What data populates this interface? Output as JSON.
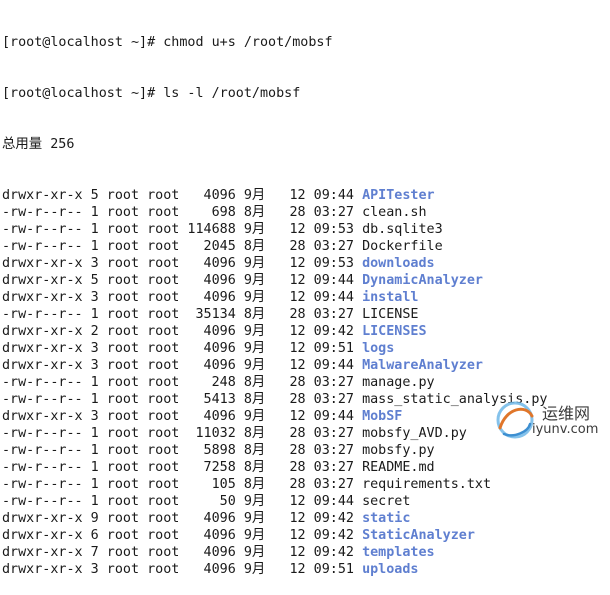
{
  "terminal": {
    "prompt1": "[root@localhost ~]# chmod u+s /root/mobsf",
    "prompt2": "[root@localhost ~]# ls -l /root/mobsf",
    "total": "总用量 256",
    "entries": [
      {
        "perm": "drwxr-xr-x",
        "links": "5",
        "owner": "root",
        "group": "root",
        "size": "4096",
        "month": "9月",
        "day": "12",
        "time": "09:44",
        "name": "APITester",
        "is_dir": true
      },
      {
        "perm": "-rw-r--r--",
        "links": "1",
        "owner": "root",
        "group": "root",
        "size": "698",
        "month": "8月",
        "day": "28",
        "time": "03:27",
        "name": "clean.sh",
        "is_dir": false
      },
      {
        "perm": "-rw-r--r--",
        "links": "1",
        "owner": "root",
        "group": "root",
        "size": "114688",
        "month": "9月",
        "day": "12",
        "time": "09:53",
        "name": "db.sqlite3",
        "is_dir": false
      },
      {
        "perm": "-rw-r--r--",
        "links": "1",
        "owner": "root",
        "group": "root",
        "size": "2045",
        "month": "8月",
        "day": "28",
        "time": "03:27",
        "name": "Dockerfile",
        "is_dir": false
      },
      {
        "perm": "drwxr-xr-x",
        "links": "3",
        "owner": "root",
        "group": "root",
        "size": "4096",
        "month": "9月",
        "day": "12",
        "time": "09:53",
        "name": "downloads",
        "is_dir": true
      },
      {
        "perm": "drwxr-xr-x",
        "links": "5",
        "owner": "root",
        "group": "root",
        "size": "4096",
        "month": "9月",
        "day": "12",
        "time": "09:44",
        "name": "DynamicAnalyzer",
        "is_dir": true
      },
      {
        "perm": "drwxr-xr-x",
        "links": "3",
        "owner": "root",
        "group": "root",
        "size": "4096",
        "month": "9月",
        "day": "12",
        "time": "09:44",
        "name": "install",
        "is_dir": true
      },
      {
        "perm": "-rw-r--r--",
        "links": "1",
        "owner": "root",
        "group": "root",
        "size": "35134",
        "month": "8月",
        "day": "28",
        "time": "03:27",
        "name": "LICENSE",
        "is_dir": false
      },
      {
        "perm": "drwxr-xr-x",
        "links": "2",
        "owner": "root",
        "group": "root",
        "size": "4096",
        "month": "9月",
        "day": "12",
        "time": "09:42",
        "name": "LICENSES",
        "is_dir": true
      },
      {
        "perm": "drwxr-xr-x",
        "links": "3",
        "owner": "root",
        "group": "root",
        "size": "4096",
        "month": "9月",
        "day": "12",
        "time": "09:51",
        "name": "logs",
        "is_dir": true
      },
      {
        "perm": "drwxr-xr-x",
        "links": "3",
        "owner": "root",
        "group": "root",
        "size": "4096",
        "month": "9月",
        "day": "12",
        "time": "09:44",
        "name": "MalwareAnalyzer",
        "is_dir": true
      },
      {
        "perm": "-rw-r--r--",
        "links": "1",
        "owner": "root",
        "group": "root",
        "size": "248",
        "month": "8月",
        "day": "28",
        "time": "03:27",
        "name": "manage.py",
        "is_dir": false
      },
      {
        "perm": "-rw-r--r--",
        "links": "1",
        "owner": "root",
        "group": "root",
        "size": "5413",
        "month": "8月",
        "day": "28",
        "time": "03:27",
        "name": "mass_static_analysis.py",
        "is_dir": false
      },
      {
        "perm": "drwxr-xr-x",
        "links": "3",
        "owner": "root",
        "group": "root",
        "size": "4096",
        "month": "9月",
        "day": "12",
        "time": "09:44",
        "name": "MobSF",
        "is_dir": true
      },
      {
        "perm": "-rw-r--r--",
        "links": "1",
        "owner": "root",
        "group": "root",
        "size": "11032",
        "month": "8月",
        "day": "28",
        "time": "03:27",
        "name": "mobsfy_AVD.py",
        "is_dir": false
      },
      {
        "perm": "-rw-r--r--",
        "links": "1",
        "owner": "root",
        "group": "root",
        "size": "5898",
        "month": "8月",
        "day": "28",
        "time": "03:27",
        "name": "mobsfy.py",
        "is_dir": false
      },
      {
        "perm": "-rw-r--r--",
        "links": "1",
        "owner": "root",
        "group": "root",
        "size": "7258",
        "month": "8月",
        "day": "28",
        "time": "03:27",
        "name": "README.md",
        "is_dir": false
      },
      {
        "perm": "-rw-r--r--",
        "links": "1",
        "owner": "root",
        "group": "root",
        "size": "105",
        "month": "8月",
        "day": "28",
        "time": "03:27",
        "name": "requirements.txt",
        "is_dir": false
      },
      {
        "perm": "-rw-r--r--",
        "links": "1",
        "owner": "root",
        "group": "root",
        "size": "50",
        "month": "9月",
        "day": "12",
        "time": "09:44",
        "name": "secret",
        "is_dir": false
      },
      {
        "perm": "drwxr-xr-x",
        "links": "9",
        "owner": "root",
        "group": "root",
        "size": "4096",
        "month": "9月",
        "day": "12",
        "time": "09:42",
        "name": "static",
        "is_dir": true
      },
      {
        "perm": "drwxr-xr-x",
        "links": "6",
        "owner": "root",
        "group": "root",
        "size": "4096",
        "month": "9月",
        "day": "12",
        "time": "09:42",
        "name": "StaticAnalyzer",
        "is_dir": true
      },
      {
        "perm": "drwxr-xr-x",
        "links": "7",
        "owner": "root",
        "group": "root",
        "size": "4096",
        "month": "9月",
        "day": "12",
        "time": "09:42",
        "name": "templates",
        "is_dir": true
      },
      {
        "perm": "drwxr-xr-x",
        "links": "3",
        "owner": "root",
        "group": "root",
        "size": "4096",
        "month": "9月",
        "day": "12",
        "time": "09:51",
        "name": "uploads",
        "is_dir": true
      }
    ]
  },
  "watermark": {
    "cn": "运维网",
    "en": "iyunv.com"
  },
  "colors": {
    "background": "#ffffff",
    "text": "#1a1a1a",
    "directory": "#5f7fd0"
  },
  "icons": {
    "watermark_logo": "swirl-logo-icon"
  }
}
